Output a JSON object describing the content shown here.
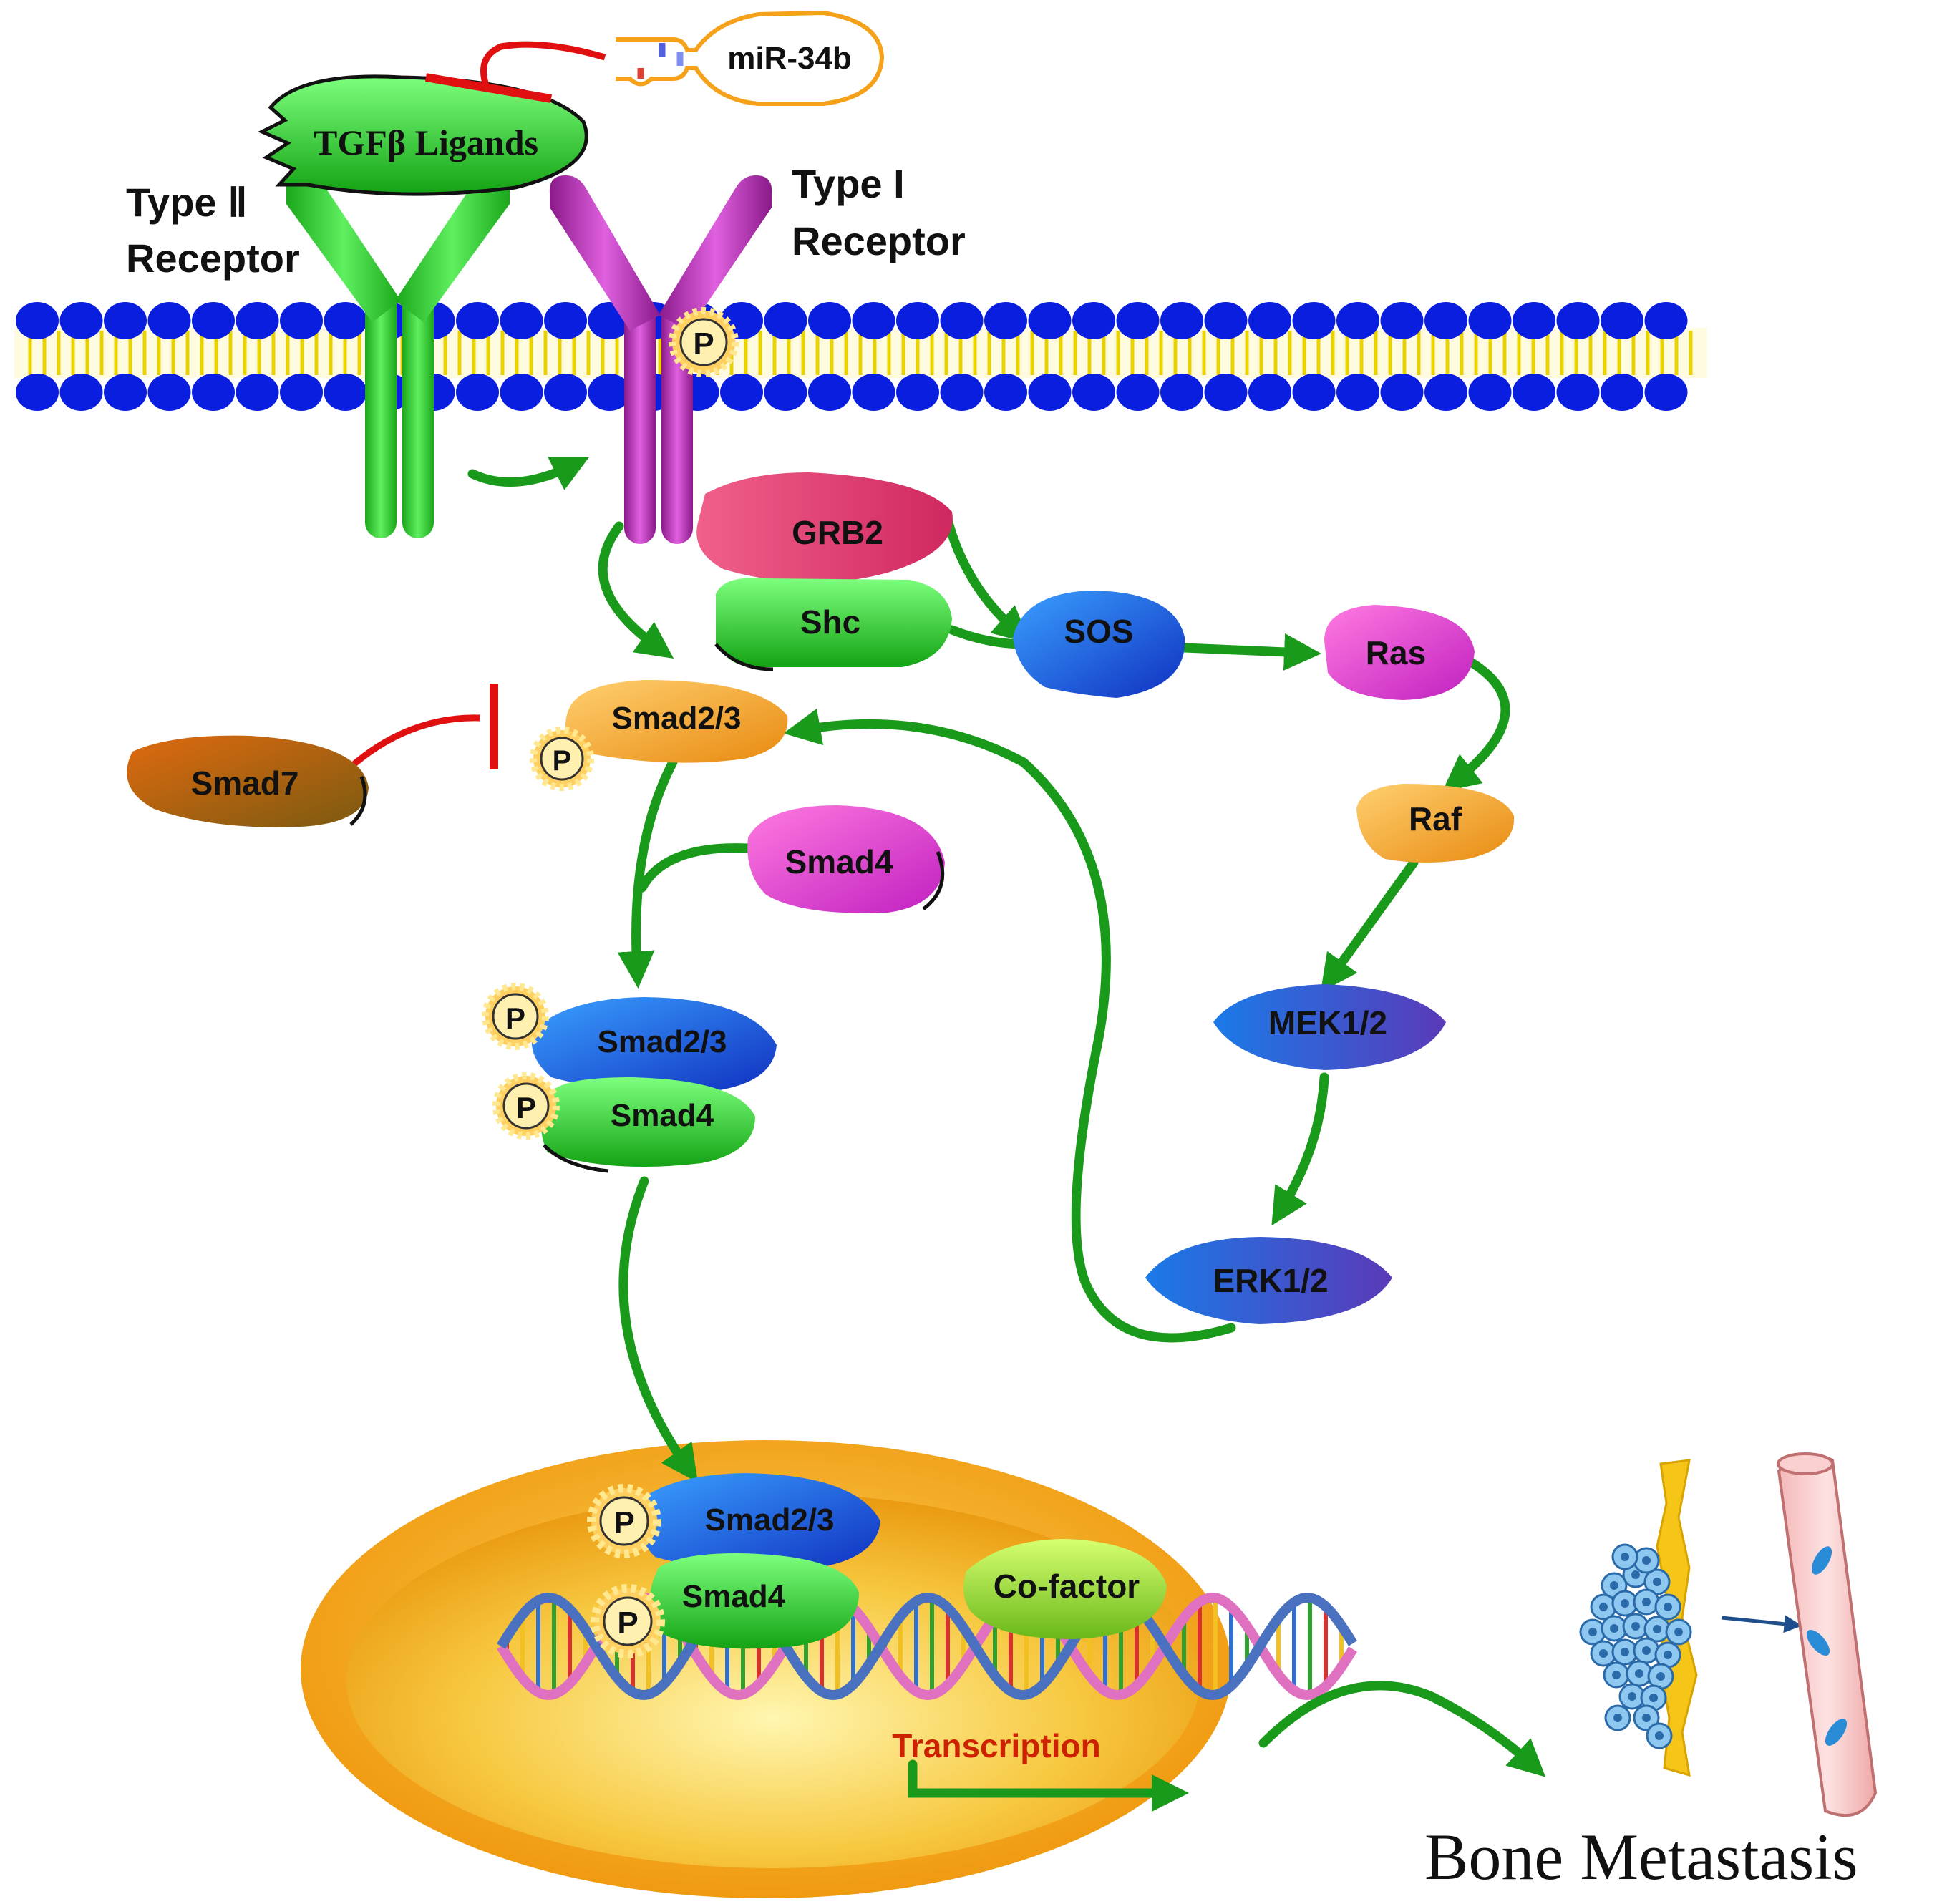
{
  "labels": {
    "mirna": "miR-34b",
    "ligand": "TGFβ Ligands",
    "type2_line1": "Type Ⅱ",
    "type2_line2": "Receptor",
    "type1_line1": "Type I",
    "type1_line2": "Receptor",
    "phospho": "P",
    "grb2": "GRB2",
    "shc": "Shc",
    "sos": "SOS",
    "ras": "Ras",
    "raf": "Raf",
    "mek": "MEK1/2",
    "erk": "ERK1/2",
    "smad23": "Smad2/3",
    "smad4": "Smad4",
    "smad7": "Smad7",
    "cofactor": "Co-factor",
    "transcription": "Transcription",
    "outcome": "Bone Metastasis"
  },
  "colors": {
    "activation_arrow": "#1a9a1a",
    "inhibition": "#e01010",
    "receptor_type2": "#1fb81f",
    "receptor_type1": "#b32fb3",
    "membrane_head": "#0a1ee0",
    "membrane_tail": "#f2e600",
    "nucleus": "#f0a010",
    "grb2": "#e8487a",
    "shc": "#22cc22",
    "sos": "#1a6ee0",
    "ras": "#e040d0",
    "raf": "#f2a020",
    "mek_erk": "#1a66dd",
    "smad23_cytoplasm": "#f5a623",
    "smad7": "#b8520a",
    "transcription_text": "#cc2200"
  }
}
